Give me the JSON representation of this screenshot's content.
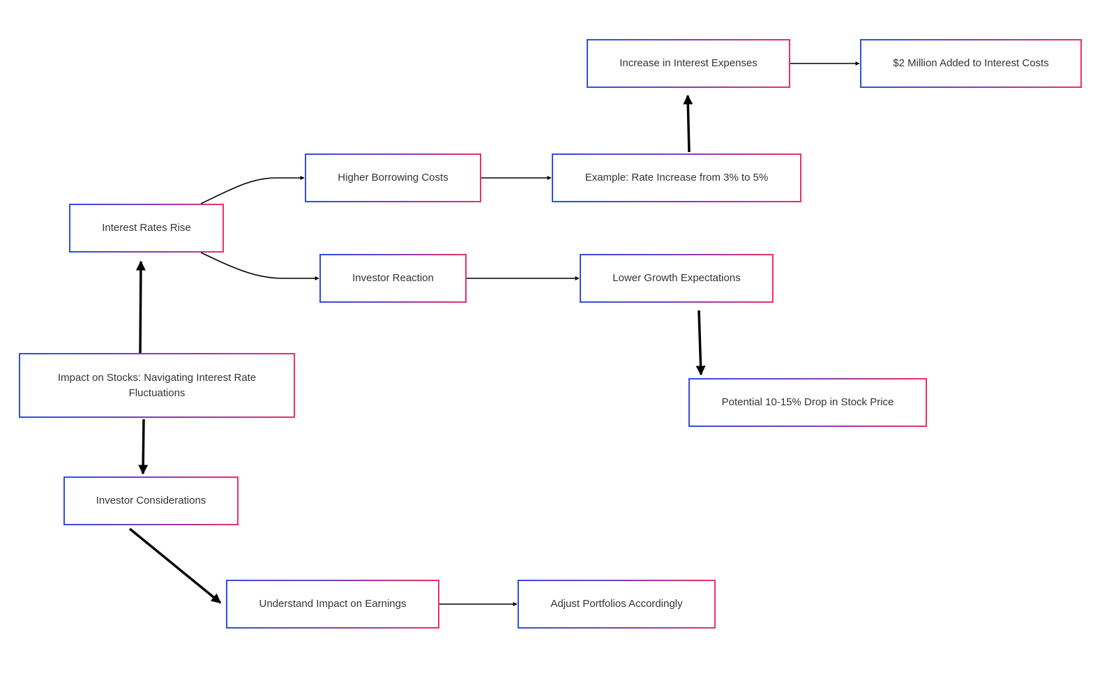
{
  "diagram": {
    "nodes": {
      "impact": "Impact on Stocks: Navigating Interest Rate Fluctuations",
      "rates": "Interest Rates Rise",
      "borrow": "Higher Borrowing Costs",
      "example": "Example: Rate Increase from 3% to 5%",
      "expense": "Increase in Interest Expenses",
      "million": "$2 Million Added to Interest Costs",
      "reaction": "Investor Reaction",
      "growth": "Lower Growth Expectations",
      "drop": "Potential 10-15% Drop in Stock Price",
      "consider": "Investor Considerations",
      "earnings": "Understand Impact on Earnings",
      "adjust": "Adjust Portfolios Accordingly"
    },
    "edges": [
      {
        "from": "impact",
        "to": "rates"
      },
      {
        "from": "impact",
        "to": "consider"
      },
      {
        "from": "rates",
        "to": "borrow"
      },
      {
        "from": "rates",
        "to": "reaction"
      },
      {
        "from": "borrow",
        "to": "example"
      },
      {
        "from": "example",
        "to": "expense"
      },
      {
        "from": "expense",
        "to": "million"
      },
      {
        "from": "reaction",
        "to": "growth"
      },
      {
        "from": "growth",
        "to": "drop"
      },
      {
        "from": "consider",
        "to": "earnings"
      },
      {
        "from": "earnings",
        "to": "adjust"
      }
    ],
    "colors": {
      "border_start": "#2f4fe0",
      "border_end": "#ec2f66",
      "edge": "#000000",
      "text": "#333333"
    }
  }
}
